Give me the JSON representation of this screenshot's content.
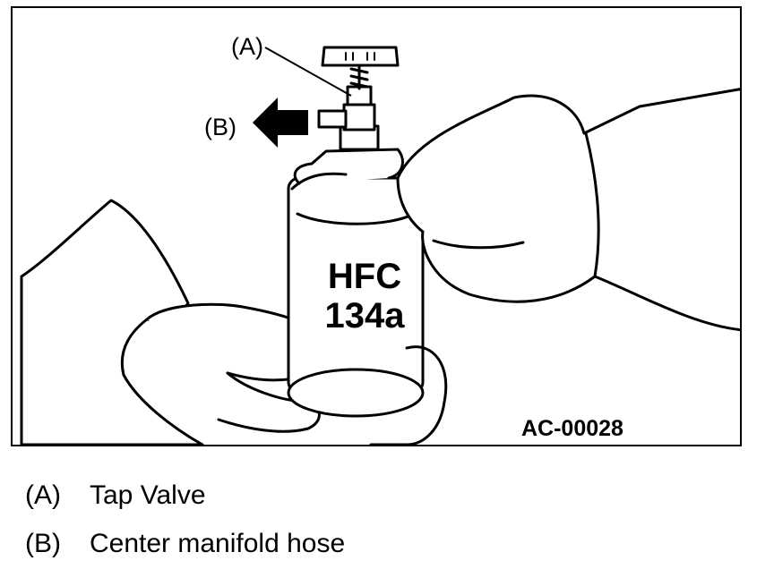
{
  "figure": {
    "callout_a": "(A)",
    "callout_b": "(B)",
    "can_label_line1": "HFC",
    "can_label_line2": "134a",
    "figure_code": "AC-00028"
  },
  "legend": [
    {
      "key": "(A)",
      "text": "Tap Valve"
    },
    {
      "key": "(B)",
      "text": "Center manifold hose"
    }
  ]
}
